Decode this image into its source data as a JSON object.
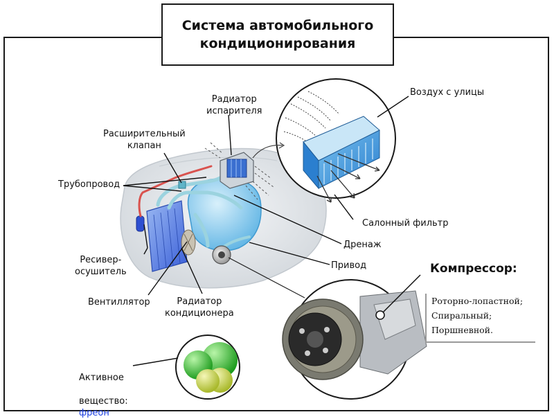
{
  "title": "Система автомобильного\nкондиционирования",
  "labels": {
    "evaporator": "Радиатор\nиспарителя",
    "expansion_valve": "Расширительный\nклапан",
    "pipeline": "Трубопровод",
    "receiver_dryer": "Ресивер-\nосушитель",
    "fan": "Вентиллятор",
    "condenser": "Радиатор\nкондиционера",
    "outside_air": "Воздух с улицы",
    "cabin_filter": "Салонный фильтр",
    "drain": "Дренаж",
    "drive": "Привод"
  },
  "compressor": {
    "heading": "Компрессор:",
    "types": [
      "Роторно-лопастной;",
      "Спиральный;",
      "Поршневной."
    ]
  },
  "active_substance": {
    "label_line1": "Активное",
    "label_line2": "вещество:",
    "value": "фреон",
    "value_color": "#1c3fe0"
  },
  "colors": {
    "condenser": "#4a7fe0",
    "pipes": "#9bd3df",
    "hot_pipe": "#d9534f",
    "filter": "#3a8fd6",
    "molecule_green": "#2fbd2f",
    "molecule_yellow": "#c9dc3c"
  }
}
